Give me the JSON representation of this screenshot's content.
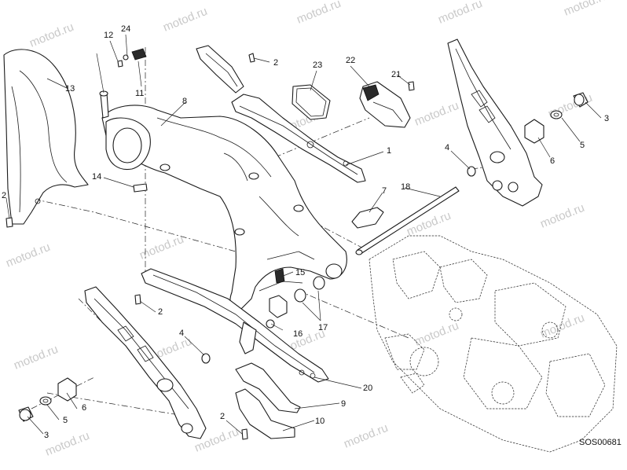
{
  "drawing_code": "SOS00681",
  "watermark": "motod.ru",
  "callouts": {
    "c1": "1",
    "c2a": "2",
    "c2b": "2",
    "c2c": "2",
    "c2d": "2",
    "c3a": "3",
    "c3b": "3",
    "c4a": "4",
    "c4b": "4",
    "c5a": "5",
    "c5b": "5",
    "c6a": "6",
    "c6b": "6",
    "c7": "7",
    "c8": "8",
    "c9": "9",
    "c10": "10",
    "c11": "11",
    "c12": "12",
    "c13": "13",
    "c14": "14",
    "c15": "15",
    "c16": "16",
    "c17": "17",
    "c18": "18",
    "c20": "20",
    "c21": "21",
    "c22": "22",
    "c23": "23",
    "c24": "24"
  }
}
